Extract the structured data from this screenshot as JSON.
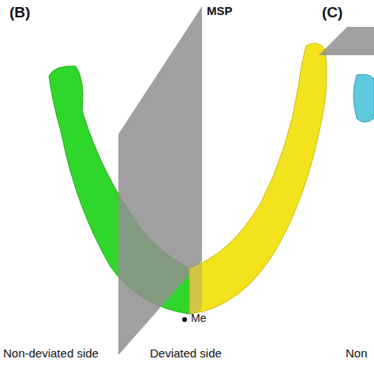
{
  "diagram": {
    "labels": [
      "(B)",
      "MSP",
      "(C)",
      "Me",
      "Non-deviated side",
      "Deviated side",
      "Non"
    ]
  }
}
